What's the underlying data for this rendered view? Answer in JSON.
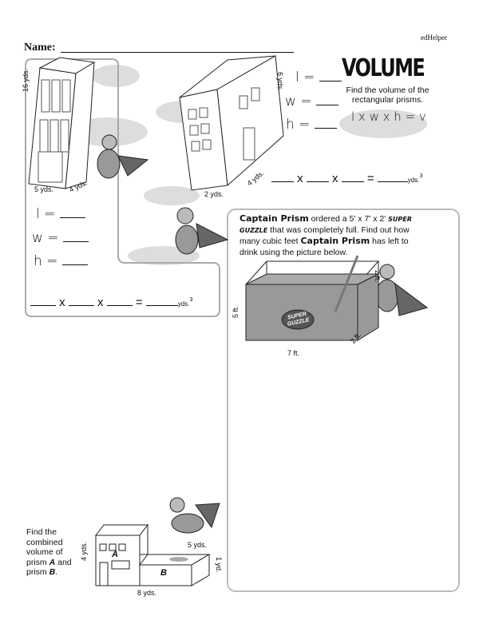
{
  "header": {
    "brand": "edHelper",
    "name_label": "Name:"
  },
  "title": {
    "heading": "VOLUME",
    "instructions": "Find the volume of the rectangular prisms.",
    "formula": "l x w x h = v"
  },
  "problem1": {
    "dims": {
      "height": "16 yds.",
      "length": "5 yds.",
      "width": "4 yds."
    },
    "l_label": "l =",
    "w_label": "w =",
    "h_label": "h =",
    "x1": "x",
    "x2": "x",
    "eq": "=",
    "unit": "yds.",
    "exp": "3"
  },
  "problem2": {
    "dims": {
      "height": "6 yds.",
      "width": "4 yds.",
      "length": "2 yds."
    },
    "l_label": "l =",
    "w_label": "w =",
    "h_label": "h =",
    "x1": "x",
    "x2": "x",
    "eq": "=",
    "unit": "yds.",
    "exp": "3"
  },
  "problem3": {
    "name1": "Captain Prism",
    "text1": " ordered a 5' x 7' x 2' ",
    "brand1": "SUPER",
    "brand2": "GUZZLE",
    "text2": " that was completely full. Find out how many cubic feet ",
    "name2": "Captain Prism",
    "text3": " has left to drink using the picture below.",
    "dims": {
      "height": "5 ft.",
      "length": "7 ft.",
      "depth": "2 ft.",
      "empty": "2 ft."
    },
    "label_top": "SUPER",
    "label_bottom": "GUZZLE"
  },
  "problem4": {
    "text_pre": "Find the combined volume of prism ",
    "a": "A",
    "text_mid": " and prism ",
    "b": "B",
    "text_end": ".",
    "dims": {
      "height_a": "4 yds.",
      "length_b": "5 yds.",
      "height_b": "1 yd.",
      "total": "8 yds."
    }
  }
}
